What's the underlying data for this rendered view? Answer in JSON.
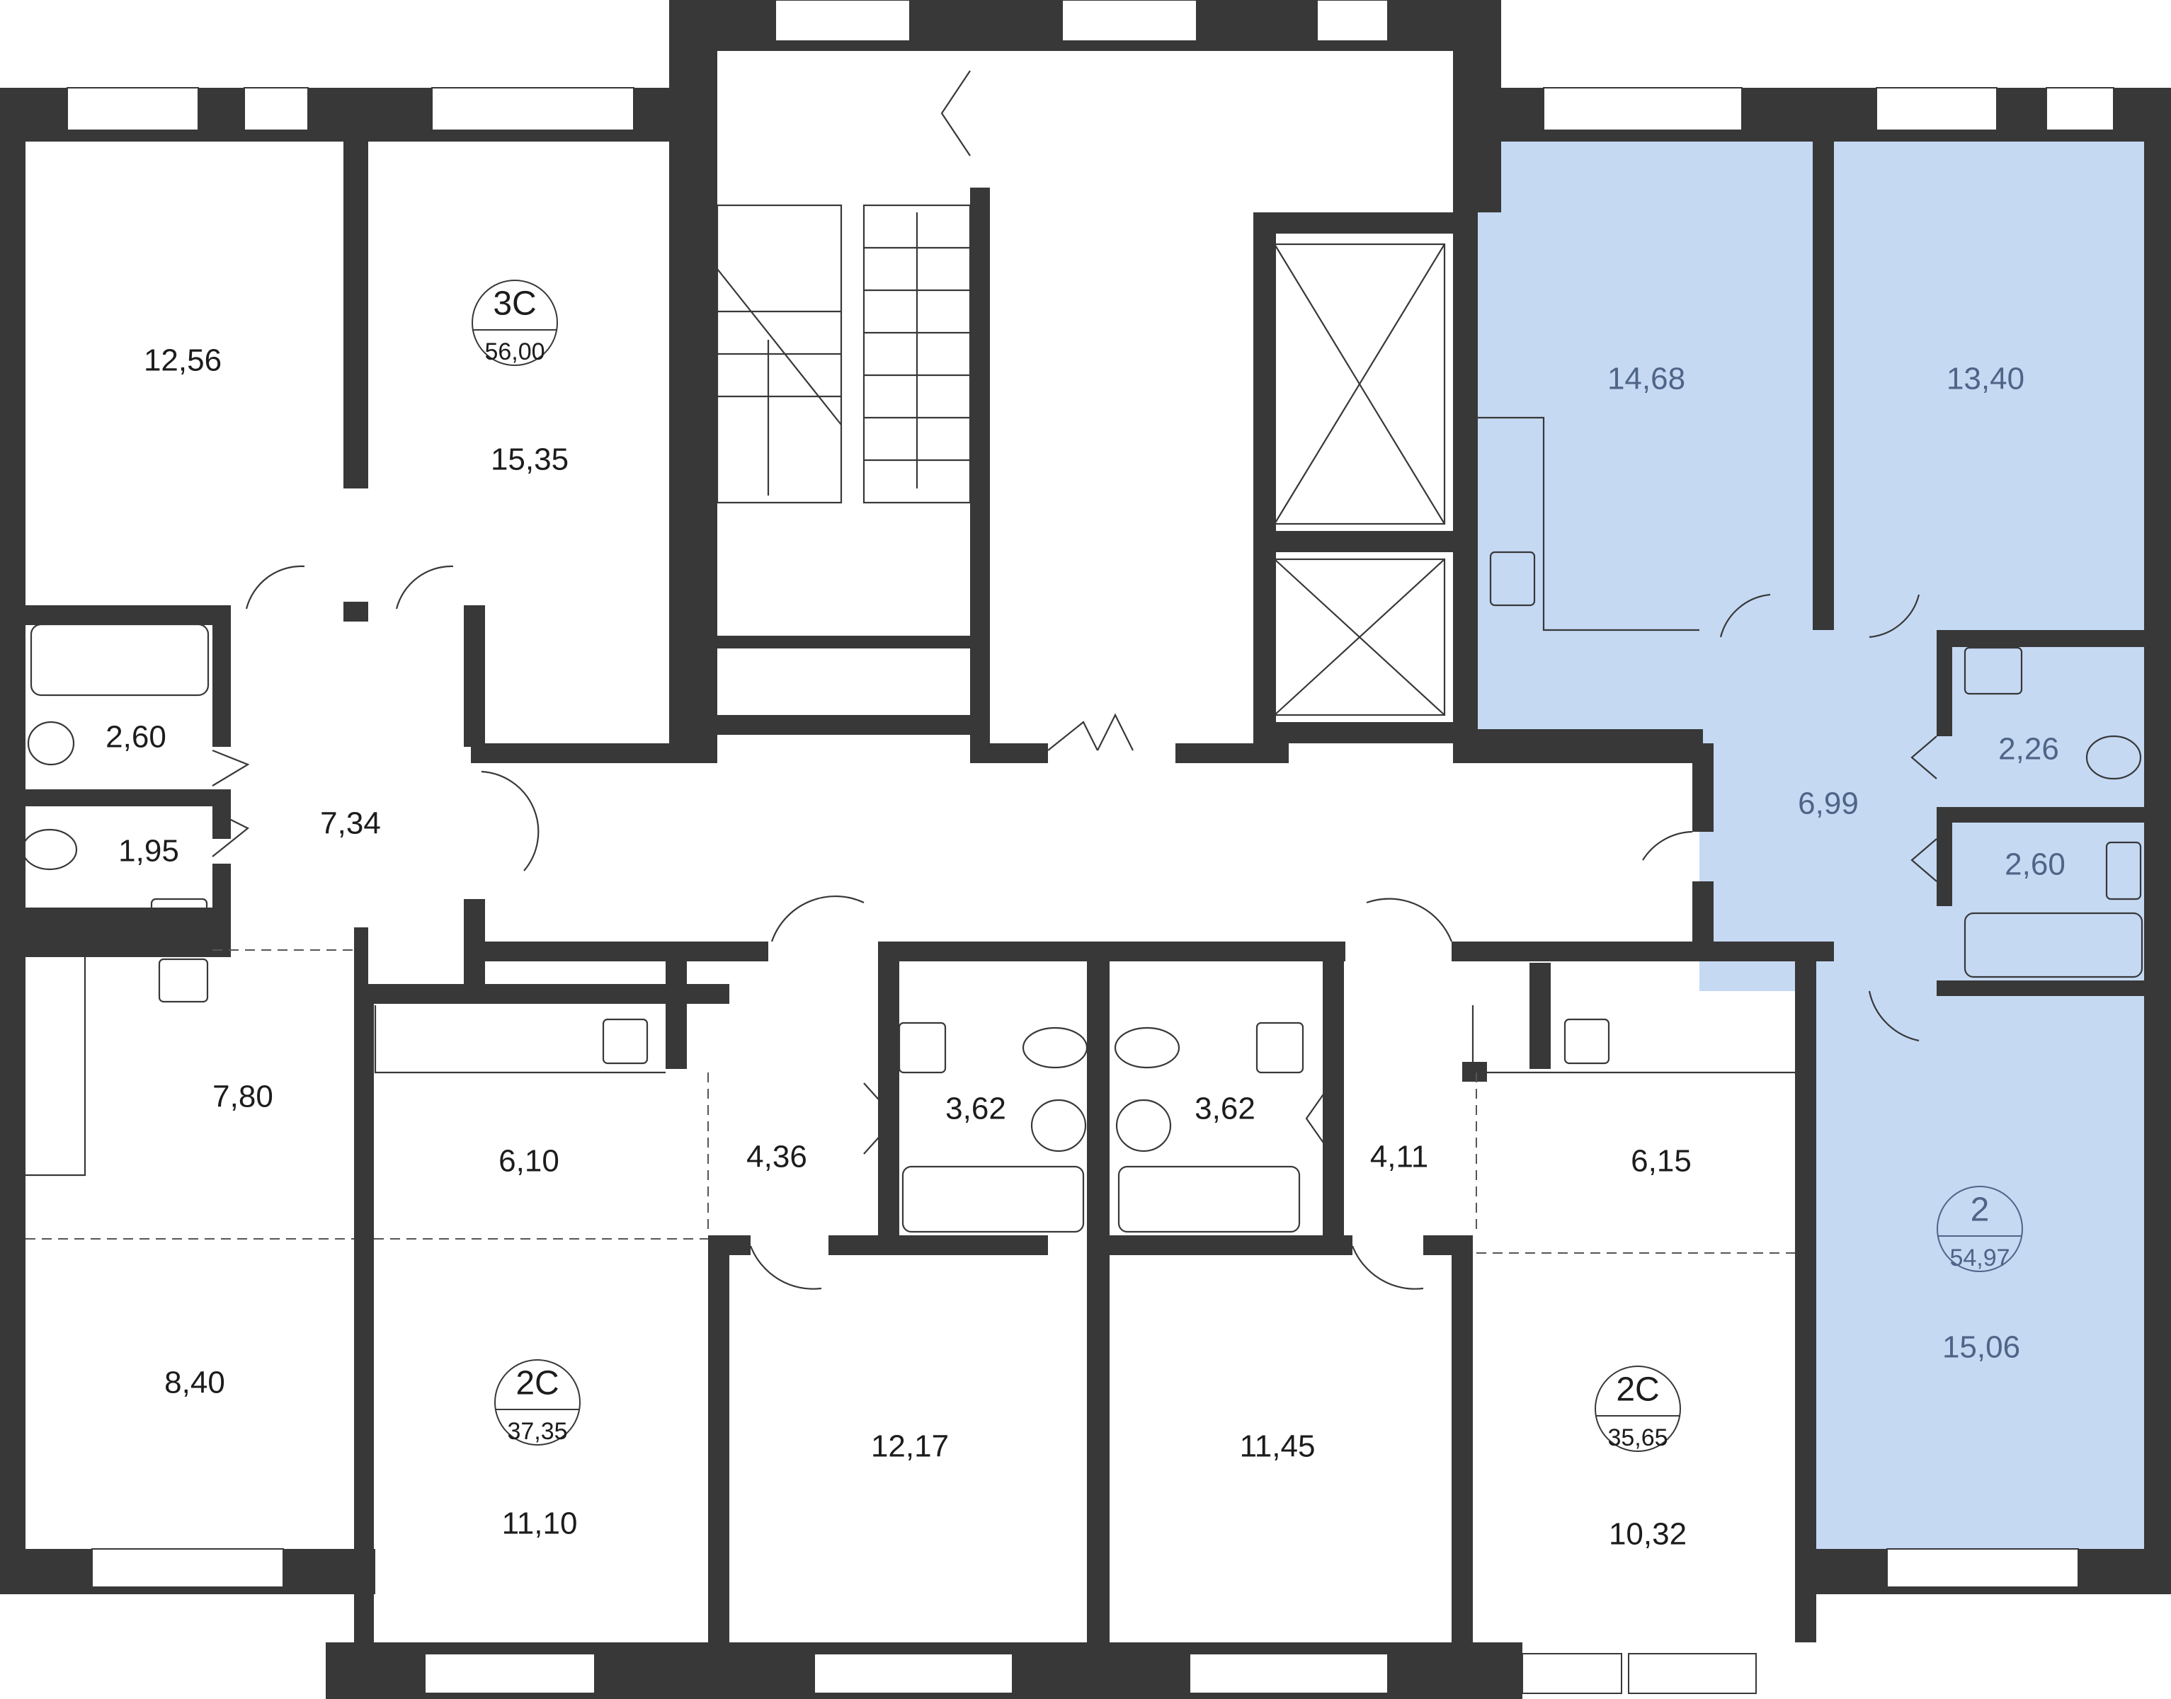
{
  "colors": {
    "wall": "#383838",
    "highlight_fill": "#c5d9f3",
    "highlight_text": "#4f6587",
    "text": "#1c1c1c"
  },
  "apartments": [
    {
      "id": "apt-3c",
      "type": "3С",
      "total": "56,00"
    },
    {
      "id": "apt-2c-left",
      "type": "2С",
      "total": "37,35"
    },
    {
      "id": "apt-2c-right",
      "type": "2С",
      "total": "35,65"
    },
    {
      "id": "apt-2",
      "type": "2",
      "total": "54,97",
      "highlighted": true
    }
  ],
  "rooms": [
    {
      "id": "room-1256",
      "area": "12,56"
    },
    {
      "id": "room-1535",
      "area": "15,35"
    },
    {
      "id": "room-260-left",
      "area": "2,60"
    },
    {
      "id": "room-195",
      "area": "1,95"
    },
    {
      "id": "room-734",
      "area": "7,34"
    },
    {
      "id": "room-780",
      "area": "7,80"
    },
    {
      "id": "room-840",
      "area": "8,40"
    },
    {
      "id": "room-610",
      "area": "6,10"
    },
    {
      "id": "room-436",
      "area": "4,36"
    },
    {
      "id": "room-362-left",
      "area": "3,62"
    },
    {
      "id": "room-362-right",
      "area": "3,62"
    },
    {
      "id": "room-411",
      "area": "4,11"
    },
    {
      "id": "room-615",
      "area": "6,15"
    },
    {
      "id": "room-1110",
      "area": "11,10"
    },
    {
      "id": "room-1217",
      "area": "12,17"
    },
    {
      "id": "room-1145",
      "area": "11,45"
    },
    {
      "id": "room-1032",
      "area": "10,32"
    },
    {
      "id": "room-1468",
      "area": "14,68",
      "highlighted": true
    },
    {
      "id": "room-1340",
      "area": "13,40",
      "highlighted": true
    },
    {
      "id": "room-699",
      "area": "6,99",
      "highlighted": true
    },
    {
      "id": "room-226",
      "area": "2,26",
      "highlighted": true
    },
    {
      "id": "room-260-right",
      "area": "2,60",
      "highlighted": true
    },
    {
      "id": "room-1506",
      "area": "15,06",
      "highlighted": true
    }
  ]
}
